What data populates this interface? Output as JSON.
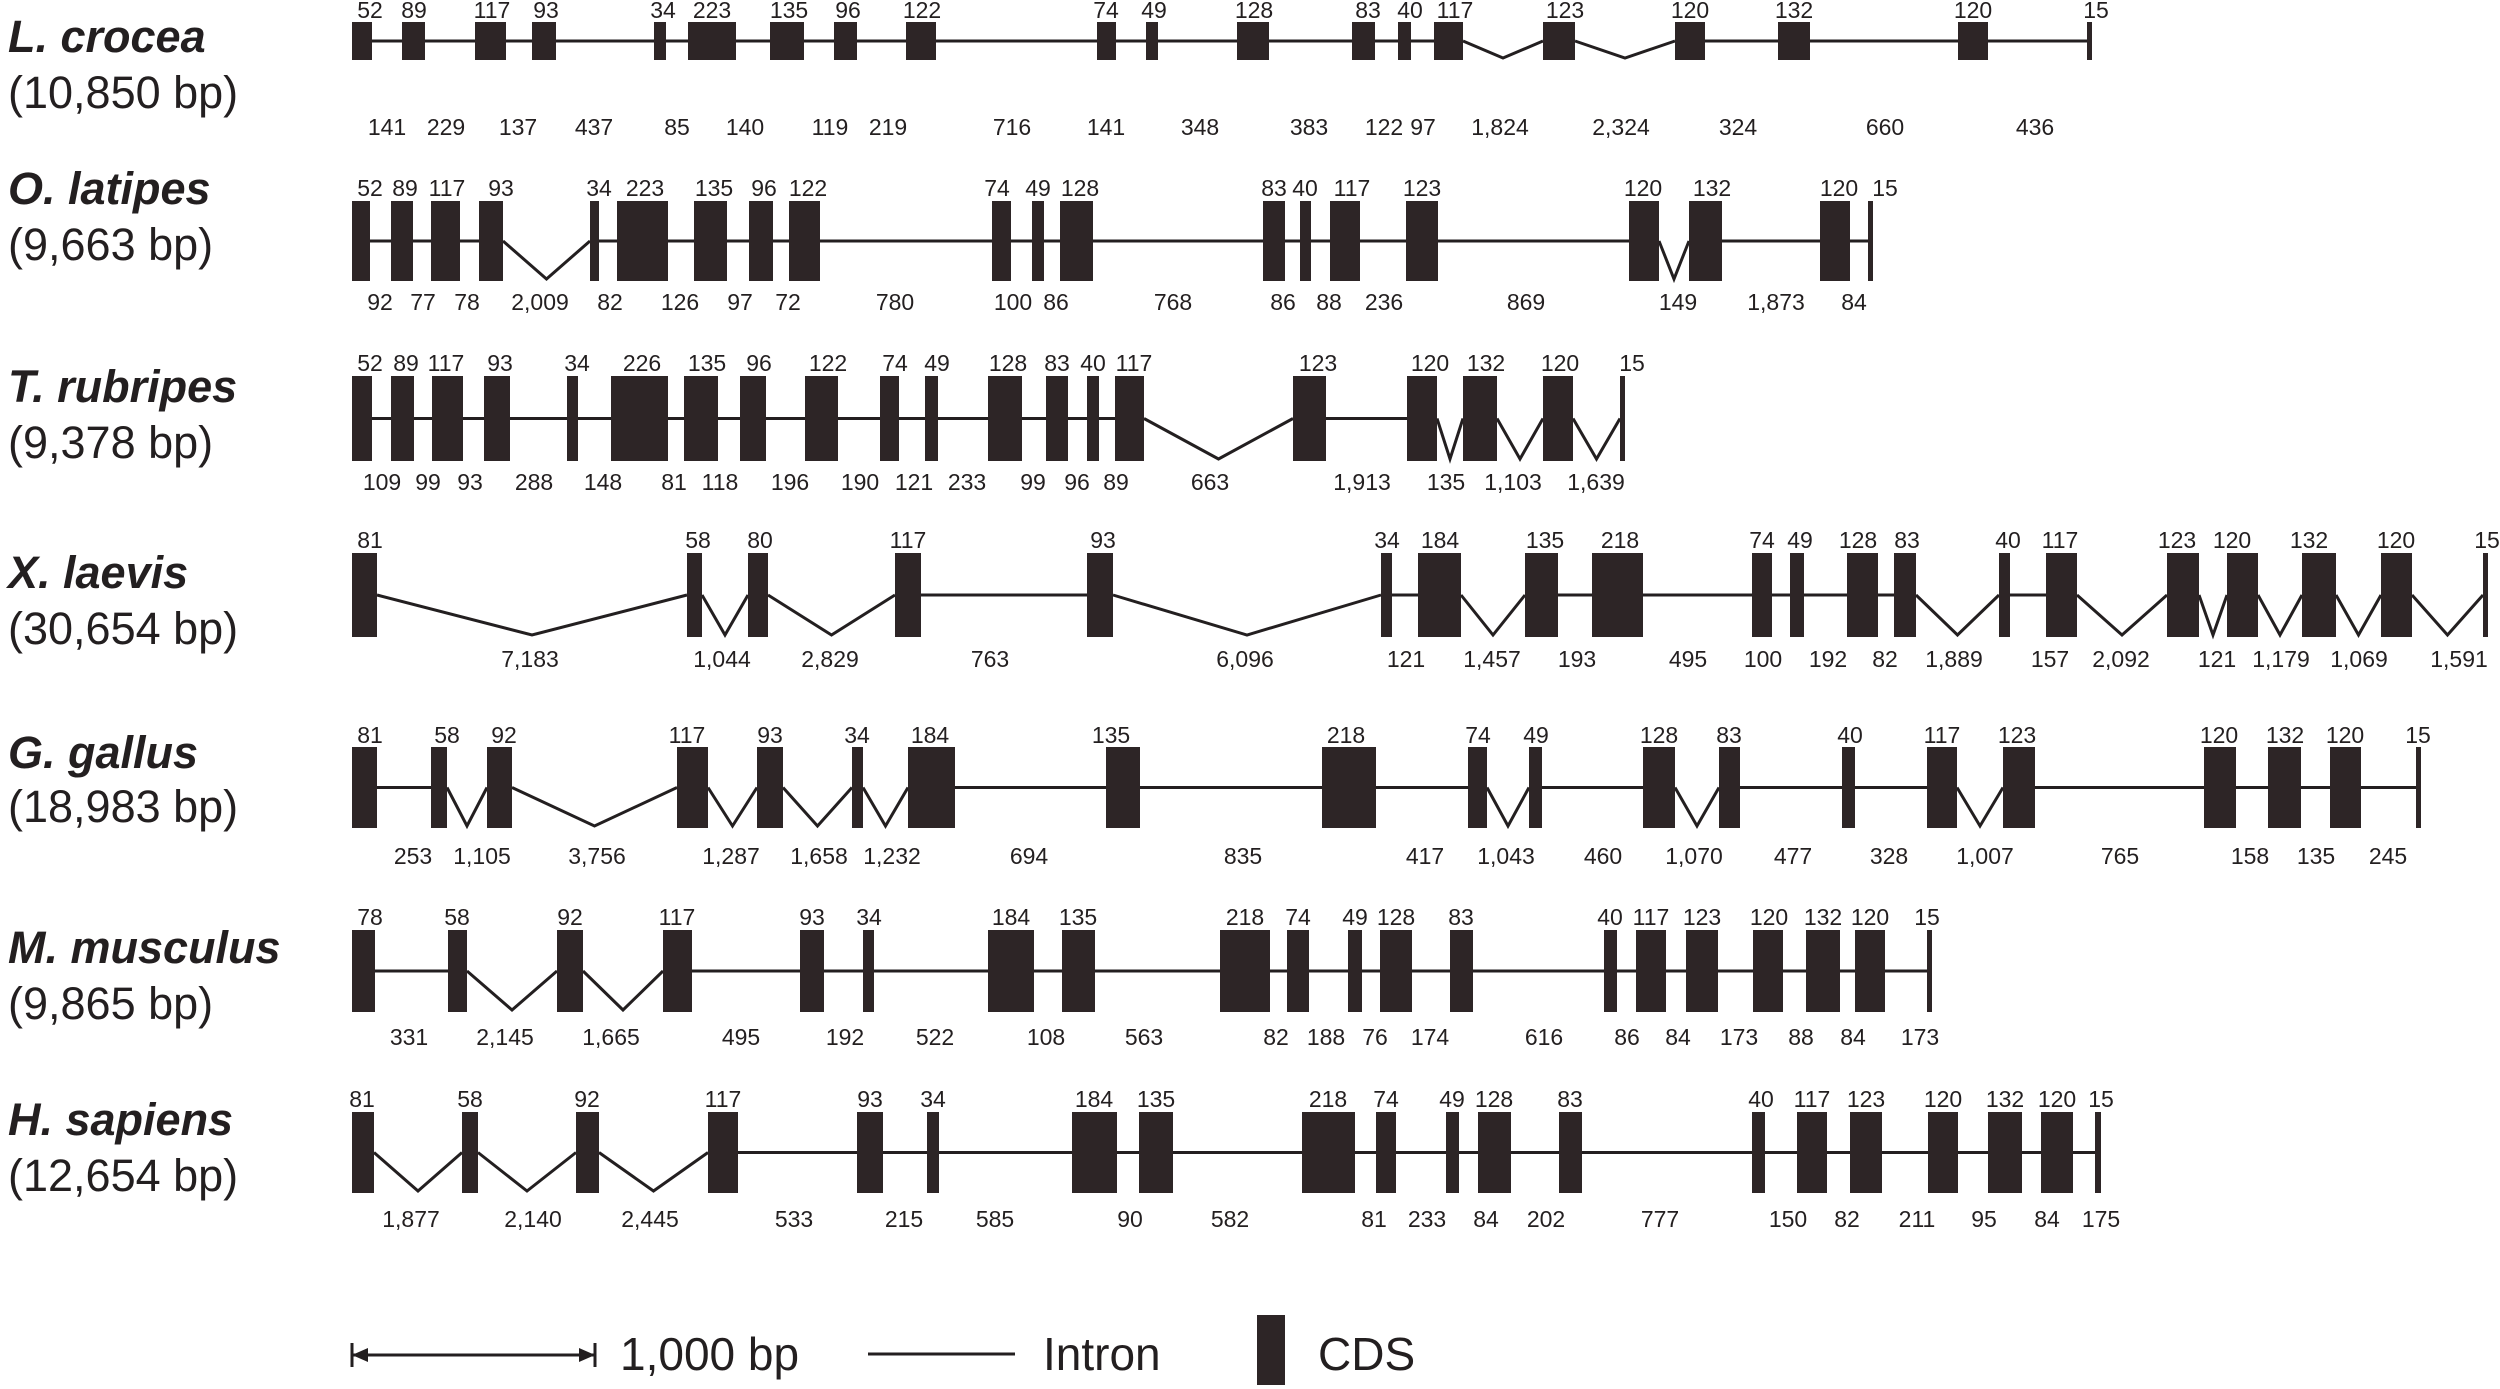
{
  "colors": {
    "exon": "#2d2526",
    "line": "#231f20",
    "text": "#231f20"
  },
  "genes": [
    {
      "species": "L. crocea",
      "length": "(10,850 bp)",
      "exon_sizes": [
        "52",
        "89",
        "117",
        "93",
        "34",
        "223",
        "135",
        "96",
        "122",
        "74",
        "49",
        "128",
        "83",
        "40",
        "117",
        "123",
        "120",
        "132",
        "120",
        "15"
      ],
      "intron_sizes": [
        "141",
        "229",
        "137",
        "437",
        "85",
        "140",
        "119",
        "219",
        "716",
        "141",
        "348",
        "383",
        "122",
        "97",
        "1,824",
        "2,324",
        "324",
        "660",
        "436"
      ]
    },
    {
      "species": "O. latipes",
      "length": "(9,663 bp)",
      "exon_sizes": [
        "52",
        "89",
        "117",
        "93",
        "34",
        "223",
        "135",
        "96",
        "122",
        "74",
        "49",
        "128",
        "83",
        "40",
        "117",
        "123",
        "120",
        "132",
        "120",
        "15"
      ],
      "intron_sizes": [
        "92",
        "77",
        "78",
        "2,009",
        "82",
        "126",
        "97",
        "72",
        "780",
        "100",
        "86",
        "768",
        "86",
        "88",
        "236",
        "869",
        "149",
        "1,873",
        "84"
      ]
    },
    {
      "species": "T. rubripes",
      "length": "(9,378  bp)",
      "exon_sizes": [
        "52",
        "89",
        "117",
        "93",
        "34",
        "226",
        "135",
        "96",
        "122",
        "74",
        "49",
        "128",
        "83",
        "40",
        "117",
        "123",
        "120",
        "132",
        "120",
        "15"
      ],
      "intron_sizes": [
        "109",
        "99",
        "93",
        "288",
        "148",
        "81",
        "118",
        "196",
        "190",
        "121",
        "233",
        "99",
        "96",
        "89",
        "663",
        "1,913",
        "135",
        "1,103",
        "1,639"
      ]
    },
    {
      "species": "X. laevis",
      "length": "(30,654 bp)",
      "exon_sizes": [
        "81",
        "58",
        "80",
        "117",
        "93",
        "34",
        "184",
        "135",
        "218",
        "74",
        "49",
        "128",
        "83",
        "40",
        "117",
        "123",
        "120",
        "132",
        "120",
        "15"
      ],
      "intron_sizes": [
        "7,183",
        "1,044",
        "2,829",
        "763",
        "6,096",
        "121",
        "1,457",
        "193",
        "495",
        "100",
        "192",
        "82",
        "1,889",
        "157",
        "2,092",
        "121",
        "1,179",
        "1,069",
        "1,591"
      ]
    },
    {
      "species": "G. gallus",
      "length": "(18,983 bp)",
      "exon_sizes": [
        "81",
        "58",
        "92",
        "117",
        "93",
        "34",
        "184",
        "135",
        "218",
        "74",
        "49",
        "128",
        "83",
        "40",
        "117",
        "123",
        "120",
        "132",
        "120",
        "15"
      ],
      "intron_sizes": [
        "253",
        "1,105",
        "3,756",
        "1,287",
        "1,658",
        "1,232",
        "694",
        "835",
        "417",
        "1,043",
        "460",
        "1,070",
        "477",
        "328",
        "1,007",
        "765",
        "158",
        "135",
        "245"
      ]
    },
    {
      "species": "M. musculus",
      "length": "(9,865 bp)",
      "exon_sizes": [
        "78",
        "58",
        "92",
        "117",
        "93",
        "34",
        "184",
        "135",
        "218",
        "74",
        "49",
        "128",
        "83",
        "40",
        "117",
        "123",
        "120",
        "132",
        "120",
        "15"
      ],
      "intron_sizes": [
        "331",
        "2,145",
        "1,665",
        "495",
        "192",
        "522",
        "108",
        "563",
        "82",
        "188",
        "76",
        "174",
        "616",
        "86",
        "84",
        "173",
        "88",
        "84",
        "173"
      ]
    },
    {
      "species": "H. sapiens",
      "length": "(12,654 bp)",
      "exon_sizes": [
        "81",
        "58",
        "92",
        "117",
        "93",
        "34",
        "184",
        "135",
        "218",
        "74",
        "49",
        "128",
        "83",
        "40",
        "117",
        "123",
        "120",
        "132",
        "120",
        "15"
      ],
      "intron_sizes": [
        "1,877",
        "2,140",
        "2,445",
        "533",
        "215",
        "585",
        "90",
        "582",
        "81",
        "233",
        "84",
        "202",
        "777",
        "150",
        "82",
        "211",
        "95",
        "84",
        "175"
      ]
    }
  ],
  "legend": {
    "scale": "1,000 bp",
    "intron": "Intron",
    "cds": "CDS"
  }
}
